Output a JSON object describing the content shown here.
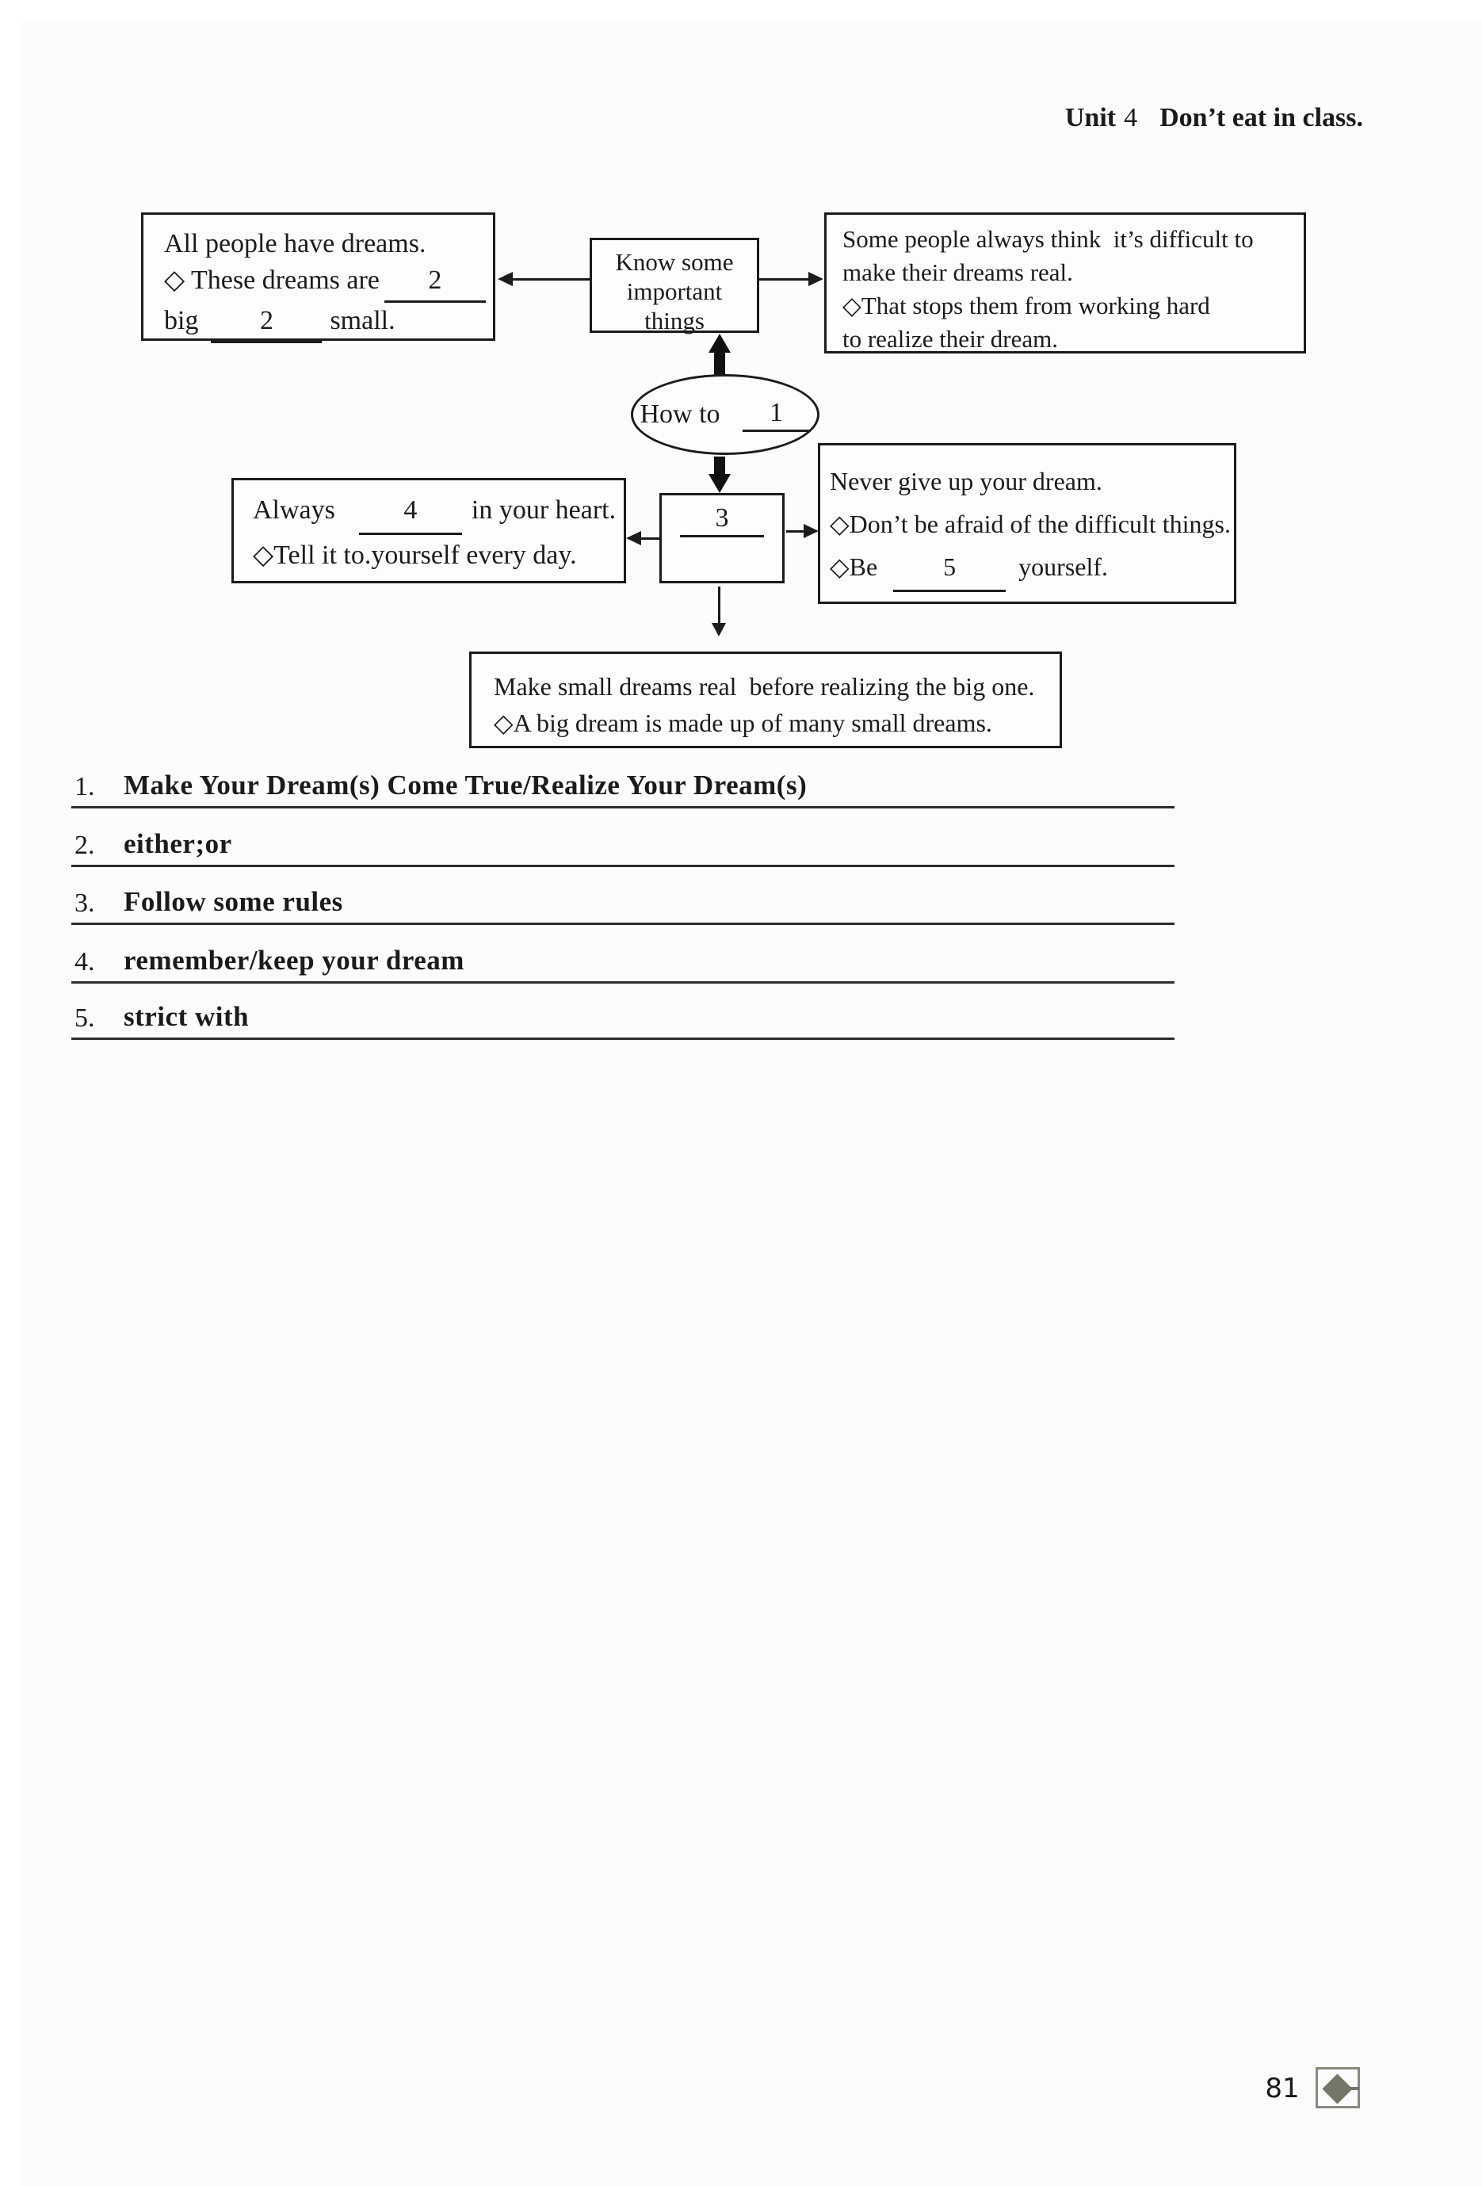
{
  "header": {
    "unit_word": "Unit",
    "unit_number": "4",
    "title": "Don’t eat in class."
  },
  "flowchart": {
    "top_left_box": {
      "line1": "All people have dreams.",
      "line2_prefix": "◇ These dreams are",
      "line2_blank": "2",
      "line3_prefix": "big",
      "line3_blank": "2",
      "line3_suffix": "small."
    },
    "center_box": {
      "line1": "Know some",
      "line2": "important",
      "line3": "things"
    },
    "top_right_box": {
      "line1": "Some people always think  it’s difficult to",
      "line2": "make their dreams real.",
      "line3": "◇That stops them from working hard",
      "line4": "to realize their dream."
    },
    "ellipse": {
      "prefix": "How to",
      "blank": "1"
    },
    "center_small_box": {
      "blank": "3"
    },
    "left_box": {
      "line1_prefix": "Always",
      "line1_blank": "4",
      "line1_suffix": "in your heart.",
      "line2": "◇Tell it to.yourself every day."
    },
    "right_box": {
      "line1": "Never give up your dream.",
      "line2": "◇Don’t be afraid of the difficult things.",
      "line3_prefix": "◇Be",
      "line3_blank": "5",
      "line3_suffix": "yourself."
    },
    "bottom_box": {
      "line1": "Make small dreams real  before realizing the big one.",
      "line2": "◇A big dream is made up of many small dreams."
    }
  },
  "answers": {
    "items": [
      {
        "number": "1.",
        "text": "Make Your Dream(s) Come True/Realize Your Dream(s)"
      },
      {
        "number": "2.",
        "text": "either;or"
      },
      {
        "number": "3.",
        "text": "Follow some rules"
      },
      {
        "number": "4.",
        "text": "remember/keep your dream"
      },
      {
        "number": "5.",
        "text": "strict with"
      }
    ]
  },
  "footer": {
    "page_number": "81"
  },
  "colors": {
    "ink": "#1b1b1b",
    "diamond_icon": "#75756a",
    "icon_box_border": "#8d8880"
  }
}
